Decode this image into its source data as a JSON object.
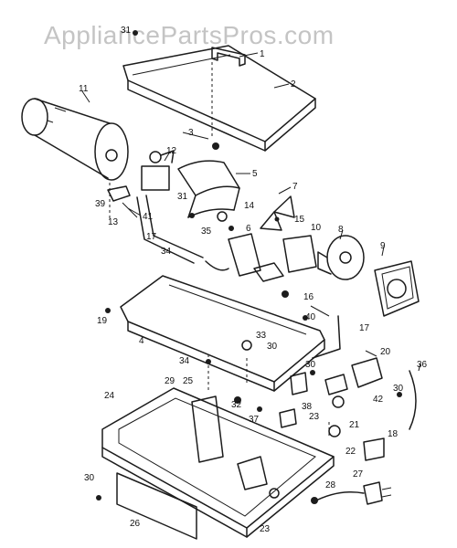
{
  "watermark": "AppliancePartsPros.com",
  "labels": {
    "p1": "1",
    "p2": "2",
    "p3": "3",
    "p4": "4",
    "p5": "5",
    "p6": "6",
    "p7": "7",
    "p8": "8",
    "p9": "9",
    "p10": "10",
    "p11": "11",
    "p12": "12",
    "p13": "13",
    "p14": "14",
    "p15": "15",
    "p16": "16",
    "p17a": "17",
    "p17b": "17",
    "p18": "18",
    "p19": "19",
    "p20": "20",
    "p21": "21",
    "p22": "22",
    "p23a": "23",
    "p23b": "23",
    "p24": "24",
    "p25": "25",
    "p26": "26",
    "p27": "27",
    "p28": "28",
    "p29": "29",
    "p30a": "30",
    "p30b": "30",
    "p30c": "30",
    "p30d": "30",
    "p31a": "31",
    "p31b": "31",
    "p32": "32",
    "p33": "33",
    "p34a": "34",
    "p34b": "34",
    "p35": "35",
    "p36": "36",
    "p37": "37",
    "p38": "38",
    "p39": "39",
    "p40": "40",
    "p41": "41",
    "p42": "42"
  }
}
